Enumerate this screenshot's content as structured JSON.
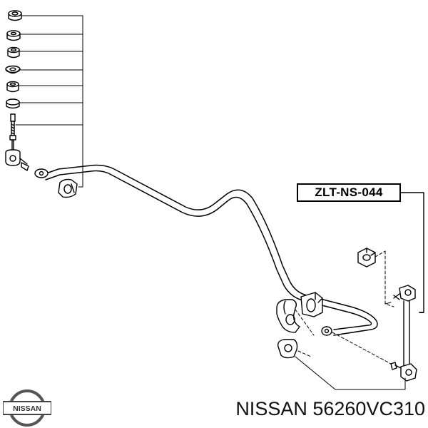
{
  "part_code": "ZLT-NS-044",
  "caption": {
    "brand": "NISSAN",
    "part_number": "56260VC310"
  },
  "logo_text": "NISSAN",
  "colors": {
    "line": "#000000",
    "background": "#ffffff"
  }
}
